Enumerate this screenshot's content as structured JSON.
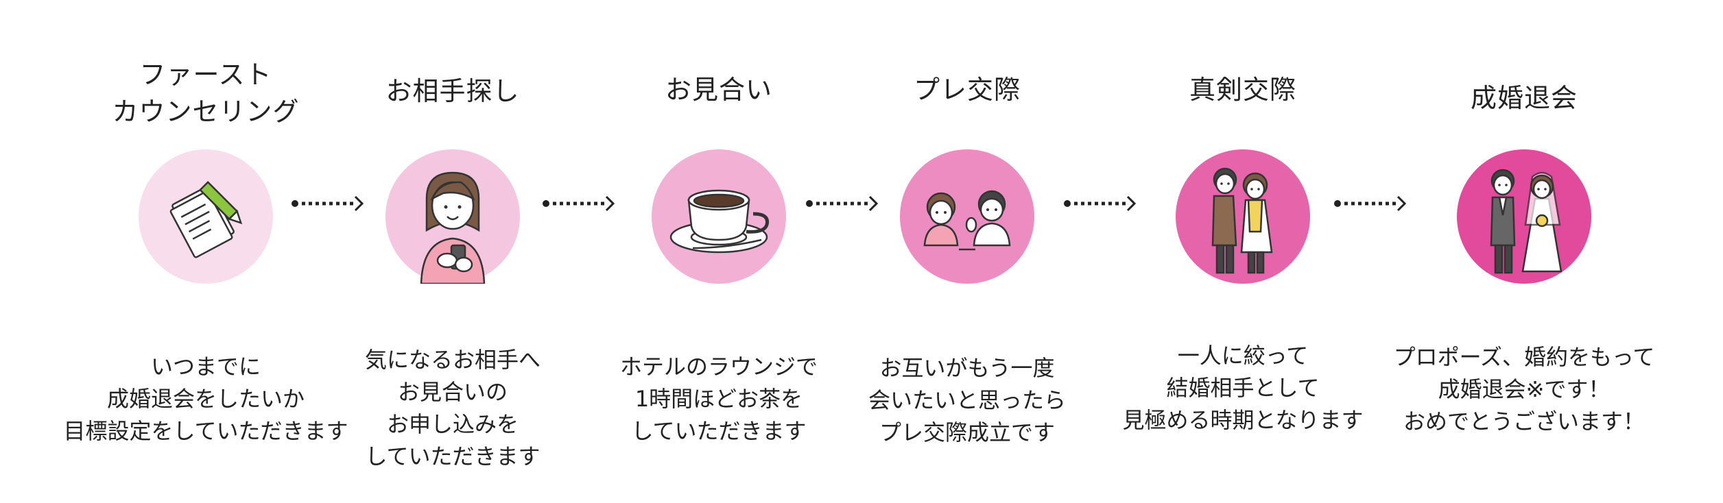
{
  "steps": [
    {
      "title_lines": [
        "ファースト",
        "カウンセリング"
      ],
      "icon": "document-pencil-icon",
      "color": "#f8deec",
      "desc_lines": [
        "いつまでに",
        "成婚退会をしたいか",
        "目標設定をしていただきます"
      ]
    },
    {
      "title_lines": [
        "お相手探し"
      ],
      "icon": "woman-smartphone-icon",
      "color": "#f5c6df",
      "desc_lines": [
        "気になるお相手へ",
        "お見合いの",
        "お申し込みを",
        "していただきます"
      ]
    },
    {
      "title_lines": [
        "お見合い"
      ],
      "icon": "coffee-cup-icon",
      "color": "#f2b1d4",
      "desc_lines": [
        "ホテルのラウンジで",
        "1時間ほどお茶を",
        "していただきます"
      ]
    },
    {
      "title_lines": [
        "プレ交際"
      ],
      "icon": "couple-talking-icon",
      "color": "#ec8cc0",
      "desc_lines": [
        "お互いがもう一度",
        "会いたいと思ったら",
        "プレ交際成立です"
      ]
    },
    {
      "title_lines": [
        "真剣交際"
      ],
      "icon": "couple-standing-icon",
      "color": "#e665aa",
      "desc_lines": [
        "一人に絞って",
        "結婚相手として",
        "見極める時期となります"
      ]
    },
    {
      "title_lines": [
        "成婚退会"
      ],
      "icon": "wedding-couple-icon",
      "color": "#e24a9b",
      "desc_lines": [
        "プロポーズ、婚約をもって",
        "成婚退会※です！",
        "おめでとうございます！"
      ]
    }
  ]
}
